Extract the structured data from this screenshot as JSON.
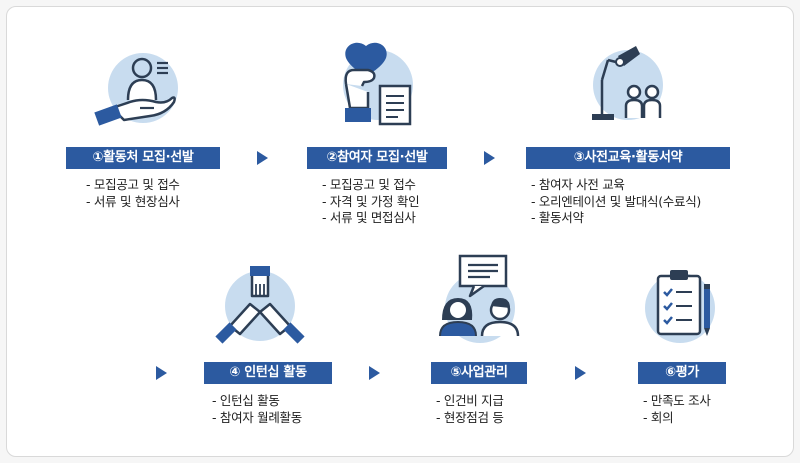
{
  "colors": {
    "accent": "#2c5aa0",
    "circle": "#c8dcef",
    "dark": "#2d3e54"
  },
  "steps": [
    {
      "label": "①활동처 모집·선발",
      "icon": "caring-hand-person-icon",
      "items": [
        "- 모집공고 및 접수",
        "- 서류 및 현장심사"
      ]
    },
    {
      "label": "②참여자 모집·선발",
      "icon": "heart-hand-document-icon",
      "items": [
        "- 모집공고 및 접수",
        "- 자격 및 가정 확인",
        "- 서류 및 면접심사"
      ]
    },
    {
      "label": "③사전교육·활동서약",
      "icon": "lamp-people-icon",
      "items": [
        "- 참여자 사전 교육",
        "- 오리엔테이션 및 발대식(수료식)",
        "- 활동서약"
      ]
    },
    {
      "label": "④ 인턴십 활동",
      "icon": "teamwork-hands-icon",
      "items": [
        "- 인턴십 활동",
        "- 참여자 월례활동"
      ]
    },
    {
      "label": "⑤사업관리",
      "icon": "conversation-people-icon",
      "items": [
        "- 인건비 지급",
        "- 현장점검 등"
      ]
    },
    {
      "label": "⑥평가",
      "icon": "clipboard-checklist-icon",
      "items": [
        "- 만족도 조사",
        "- 회의"
      ]
    }
  ]
}
